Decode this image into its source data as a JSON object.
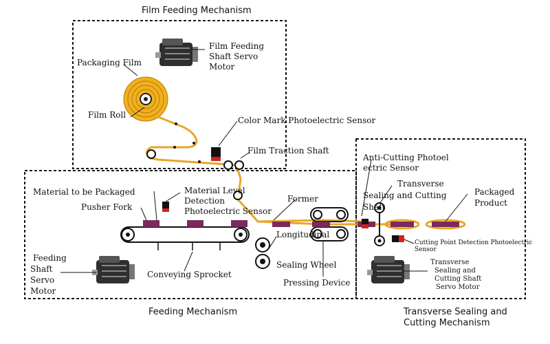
{
  "sections": {
    "film_feeding": "Film Feeding Mechanism",
    "feeding": "Feeding Mechanism",
    "transverse_l1": "Transverse Sealing and",
    "transverse_l2": "Cutting Mechanism"
  },
  "labels": {
    "film_servo_l1": "Film Feeding",
    "film_servo_l2": "Shaft Servo",
    "film_servo_l3": "Motor",
    "packaging_film": "Packaging Film",
    "film_roll": "Film Roll",
    "color_mark": "Color Mark Photoelectric Sensor",
    "film_traction": "Film Traction Shaft",
    "anti_cut_l1": "Anti-Cutting Photoel",
    "anti_cut_l2": "ectric Sensor",
    "transverse_l1": "Transverse",
    "transverse_l2": "Sealing and Cutting",
    "transverse_l3": "Shaft",
    "packaged_l1": "Packaged",
    "packaged_l2": "Product",
    "material": "Material to be Packaged",
    "level_l1": "Material Level",
    "level_l2": "Detection",
    "level_l3": "Photoelectric Sensor",
    "pusher": "Pusher Fork",
    "former": "Former",
    "cut_point": "Cutting Point Detection Photoelectric",
    "cut_point_2": "Sensor",
    "longitudinal_l1": "Longitudinal",
    "longitudinal_l2": "Sealing Wheel",
    "pressing": "Pressing Device",
    "sprocket": "Conveying Sprocket",
    "feed_servo_l1": "Feeding",
    "feed_servo_l2": "Shaft",
    "feed_servo_l3": "Servo",
    "feed_servo_l4": "Motor",
    "ts_servo_l1": "Transverse",
    "ts_servo_l2": "Sealing and",
    "ts_servo_l3": "Cutting Shaft",
    "ts_servo_l4": "Servo Motor"
  },
  "colors": {
    "film": "#e8a628",
    "product": "#7a2a5c",
    "sensor_red": "#d42020",
    "line": "#111111",
    "motor": "#3a3a3a"
  }
}
